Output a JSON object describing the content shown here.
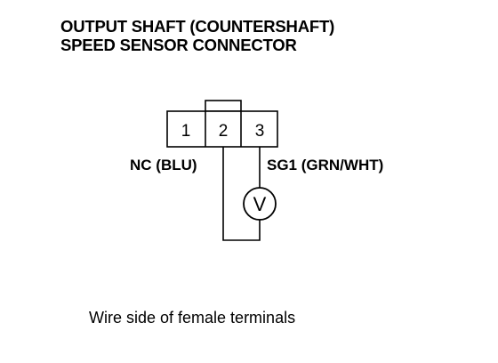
{
  "title": {
    "line1": "OUTPUT SHAFT (COUNTERSHAFT)",
    "line2": "SPEED SENSOR CONNECTOR"
  },
  "connector": {
    "terminals": [
      "1",
      "2",
      "3"
    ]
  },
  "labels": {
    "left_wire": "NC (BLU)",
    "right_wire": "SG1 (GRN/WHT)"
  },
  "meter": {
    "symbol": "V"
  },
  "caption": "Wire side of female terminals",
  "colors": {
    "ink": "#000000",
    "background": "#ffffff"
  }
}
